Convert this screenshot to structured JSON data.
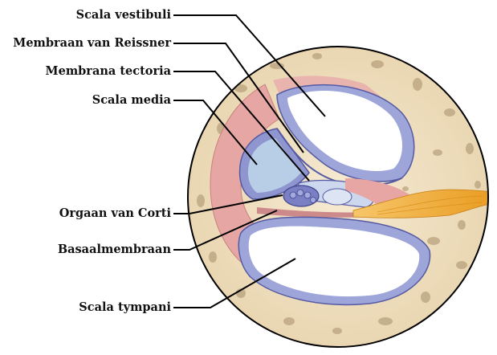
{
  "labels": {
    "scala_vestibuli": "Scala vestibuli",
    "membraan_van_reissner": "Membraan van Reissner",
    "membrana_tectoria": "Membrana tectoria",
    "scala_media": "Scala media",
    "orgaan_van_corti": "Orgaan van Corti",
    "basaalmembraan": "Basaalmembraan",
    "scala_tympani": "Scala tympani"
  },
  "colors": {
    "bone": "#efe0c2",
    "bone_pore": "#b8a483",
    "membrane": "#9da3d6",
    "membrane_dark": "#5a5fa8",
    "endolymph": "#b9cfe6",
    "pink_tissue": "#e7a5a3",
    "nerve": "#f2b13c",
    "outline": "#000000",
    "leader": "#000000"
  }
}
